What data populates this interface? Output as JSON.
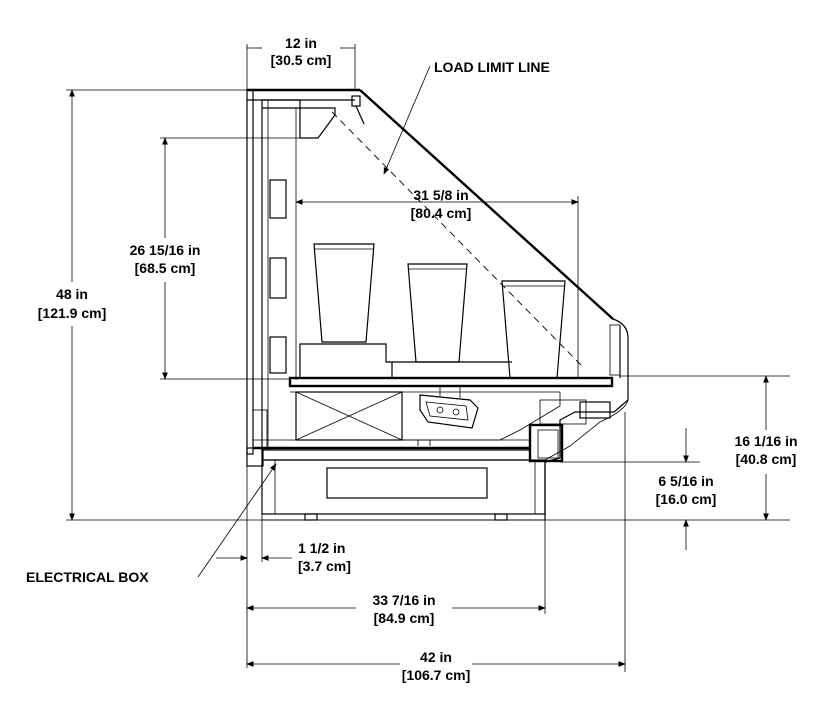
{
  "labels": {
    "top_width": [
      "12 in",
      "[30.5 cm]"
    ],
    "load_limit": "LOAD LIMIT LINE",
    "shelf_depth": [
      "31 5/8 in",
      "[80.4 cm]"
    ],
    "product_height": [
      "26 15/16 in",
      "[68.5 cm]"
    ],
    "total_height": [
      "48 in",
      "[121.9 cm]"
    ],
    "deck_height": [
      "16 1/16 in",
      "[40.8 cm]"
    ],
    "base_height": [
      "6 5/16 in",
      "[16.0 cm]"
    ],
    "electrical_offset": [
      "1 1/2 in",
      "[3.7 cm]"
    ],
    "electrical_box": "ELECTRICAL BOX",
    "base_width": [
      "33 7/16 in",
      "[84.9 cm]"
    ],
    "total_width": [
      "42 in",
      "[106.7 cm]"
    ]
  }
}
